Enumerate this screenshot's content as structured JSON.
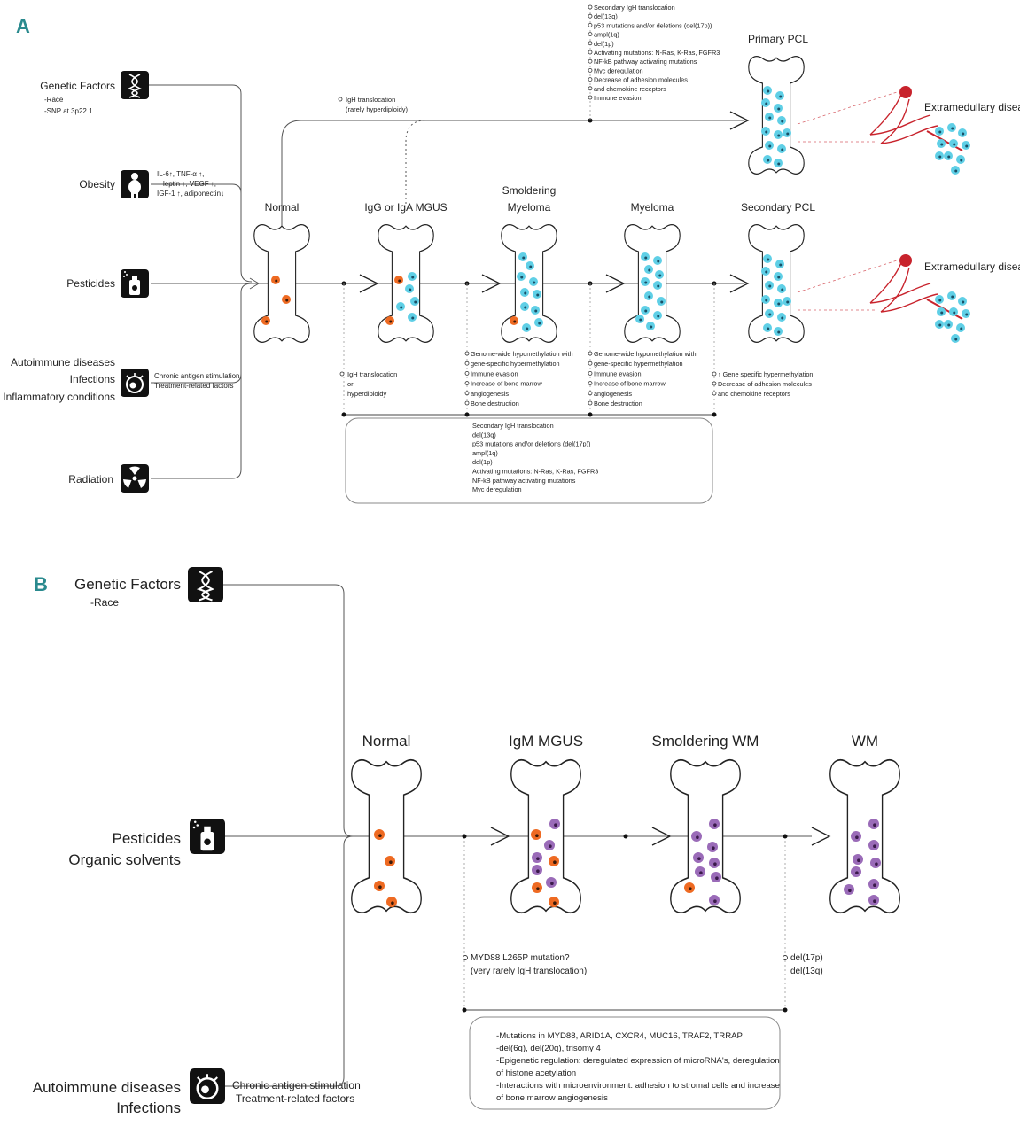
{
  "panelA": {
    "label": "A",
    "factors": {
      "genetic": {
        "title": "Genetic Factors",
        "details": [
          "-Race",
          "-SNP at 3p22.1"
        ]
      },
      "obesity": {
        "title": "Obesity",
        "details": [
          "IL-6↑, TNF-α ↑,",
          "leptin ↑, VEGF ↑,",
          "IGF-1 ↑, adiponectin↓"
        ]
      },
      "pesticides": {
        "title": "Pesticides"
      },
      "autoimmune": {
        "titles": [
          "Autoimmune diseases",
          "Infections",
          "Inflammatory conditions"
        ],
        "details": [
          "Chronic antigen stimulation",
          "Treatment-related factors"
        ]
      },
      "radiation": {
        "title": "Radiation"
      }
    },
    "stages": {
      "normal": "Normal",
      "mgus": "IgG or IgA MGUS",
      "smoldering": [
        "Smoldering",
        "Myeloma"
      ],
      "myeloma": "Myeloma",
      "secondary_pcl": "Secondary PCL",
      "primary_pcl": "Primary PCL"
    },
    "extramedullary": "Extramedullary disease",
    "top_branch": [
      "IgH translocation",
      "(rarely hyperdiploidy)"
    ],
    "primary_pcl_events": [
      "Secondary IgH translocation",
      "del(13q)",
      "p53 mutations and/or deletions (del(17p))",
      "ampl(1q)",
      "del(1p)",
      "Activating mutations: N-Ras, K-Ras, FGFR3",
      "NF-kB pathway activating mutations",
      "Myc deregulation",
      "Decrease of adhesion molecules",
      "and chemokine receptors",
      "Immune evasion"
    ],
    "mgus_events": [
      "IgH translocation",
      "or",
      "hyperdiploidy"
    ],
    "smoldering_events": [
      "Genome-wide hypomethylation with",
      "gene-specific hypermethylation",
      "Immune evasion",
      "Increase of bone marrow",
      "angiogenesis",
      "Bone destruction"
    ],
    "myeloma_events": [
      "Genome-wide hypomethylation with",
      "gene-specific hypermethylation",
      "Immune evasion",
      "Increase of bone marrow",
      "angiogenesis",
      "Bone destruction"
    ],
    "pcl_events": [
      "↑ Gene specific hypermethylation",
      "Decrease of adhesion molecules",
      "and chemokine receptors"
    ],
    "box_events": [
      "Secondary IgH translocation",
      "del(13q)",
      "p53 mutations and/or deletions (del(17p))",
      "ampl(1q)",
      "del(1p)",
      "Activating mutations: N-Ras, K-Ras, FGFR3",
      "NF-kB pathway activating mutations",
      "Myc deregulation"
    ]
  },
  "panelB": {
    "label": "B",
    "factors": {
      "genetic": {
        "title": "Genetic Factors",
        "details": [
          "-Race"
        ]
      },
      "pesticides": {
        "titles": [
          "Pesticides",
          "Organic solvents"
        ]
      },
      "autoimmune": {
        "titles": [
          "Autoimmune diseases",
          "Infections"
        ],
        "details": [
          "Chronic antigen stimulation",
          "Treatment-related factors"
        ]
      }
    },
    "stages": {
      "normal": "Normal",
      "igm_mgus": "IgM MGUS",
      "smoldering_wm": "Smoldering WM",
      "wm": "WM"
    },
    "mgus_events": [
      "MYD88 L265P mutation?",
      "(very rarely IgH translocation)"
    ],
    "wm_events": [
      "del(17p)",
      "del(13q)"
    ],
    "box_events": [
      "-Mutations in MYD88, ARID1A, CXCR4, MUC16, TRAF2, TRRAP",
      "-del(6q), del(20q), trisomy 4",
      "-Epigenetic regulation: deregulated expression of microRNA's, deregulation",
      "of histone acetylation",
      "-Interactions with microenvironment: adhesion to stromal cells and increase",
      "of bone marrow angiogenesis"
    ]
  },
  "colors": {
    "normal_cell": "#ee6a22",
    "plasma_cell": "#5fcfe6",
    "wm_cell": "#9a6bb8",
    "panel_label": "#2a8a8e",
    "vessel": "#c8232c"
  },
  "icons": [
    "dna-icon",
    "person-icon",
    "spray-can-icon",
    "virus-icon",
    "radiation-icon"
  ]
}
